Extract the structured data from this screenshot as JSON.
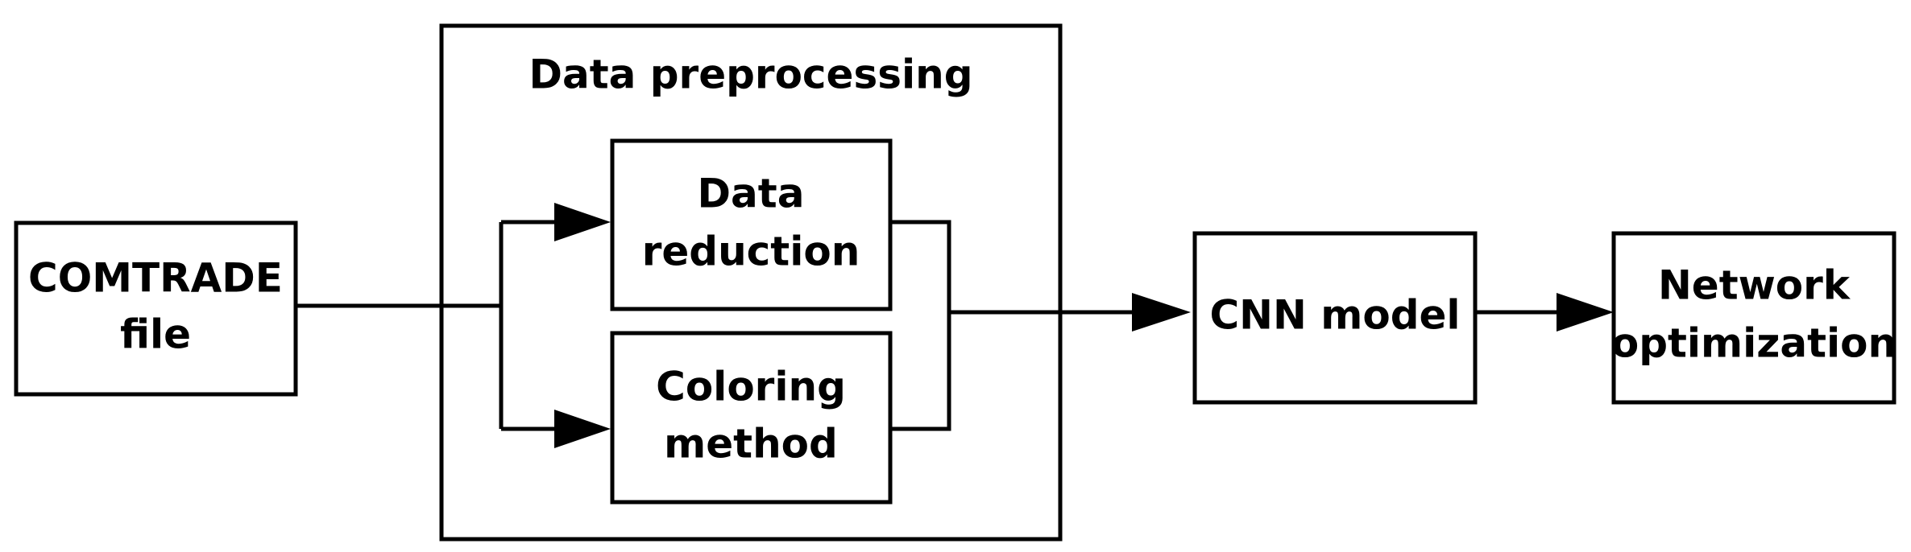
{
  "diagram": {
    "nodes": {
      "comtrade": {
        "line1": "COMTRADE",
        "line2": "file"
      },
      "preprocessing": {
        "title": "Data preprocessing"
      },
      "reduction": {
        "line1": "Data",
        "line2": "reduction"
      },
      "coloring": {
        "line1": "Coloring",
        "line2": "method"
      },
      "cnn": {
        "label": "CNN model"
      },
      "optimization": {
        "line1": "Network",
        "line2": "optimization"
      }
    },
    "edges": [
      {
        "from": "COMTRADE file",
        "to": "Data reduction"
      },
      {
        "from": "COMTRADE file",
        "to": "Coloring method"
      },
      {
        "from": "Data reduction",
        "to": "CNN model"
      },
      {
        "from": "Coloring method",
        "to": "CNN model"
      },
      {
        "from": "CNN model",
        "to": "Network optimization"
      }
    ]
  }
}
